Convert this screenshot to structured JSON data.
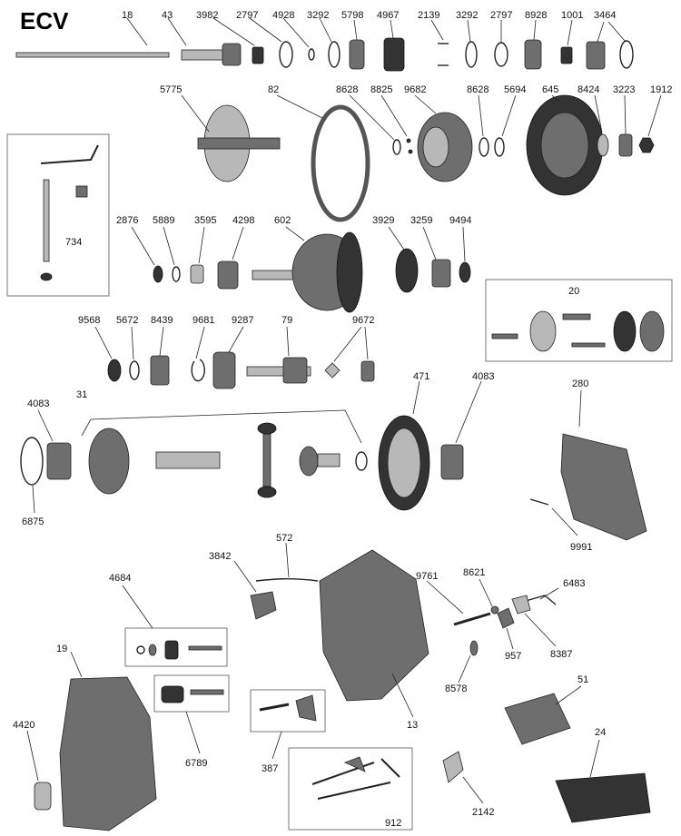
{
  "title": "ECV",
  "labels": {
    "p18": "18",
    "p43": "43",
    "p3982": "3982",
    "p2797a": "2797",
    "p4928": "4928",
    "p3292a": "3292",
    "p5798": "5798",
    "p4967": "4967",
    "p2139": "2139",
    "p3292b": "3292",
    "p2797b": "2797",
    "p8928": "8928",
    "p1001": "1001",
    "p3464": "3464",
    "p5775": "5775",
    "p82": "82",
    "p8628a": "8628",
    "p8825": "8825",
    "p9682": "9682",
    "p8628b": "8628",
    "p5694": "5694",
    "p645": "645",
    "p8424": "8424",
    "p3223": "3223",
    "p1912": "1912",
    "p734": "734",
    "p2876": "2876",
    "p5889": "5889",
    "p3595": "3595",
    "p4298": "4298",
    "p602": "602",
    "p3929": "3929",
    "p3259": "3259",
    "p9494": "9494",
    "p20": "20",
    "p9568": "9568",
    "p5672": "5672",
    "p8439": "8439",
    "p9681": "9681",
    "p9287": "9287",
    "p79": "79",
    "p9672": "9672",
    "p4083a": "4083",
    "p31": "31",
    "p471": "471",
    "p4083b": "4083",
    "p280": "280",
    "p6875": "6875",
    "p9991": "9991",
    "p3842": "3842",
    "p572": "572",
    "p4684": "4684",
    "p9761": "9761",
    "p8621": "8621",
    "p6483": "6483",
    "p957": "957",
    "p8387": "8387",
    "p19": "19",
    "p8578": "8578",
    "p51": "51",
    "p4420": "4420",
    "p6789": "6789",
    "p13": "13",
    "p387": "387",
    "p24": "24",
    "p2142": "2142",
    "p912": "912"
  }
}
